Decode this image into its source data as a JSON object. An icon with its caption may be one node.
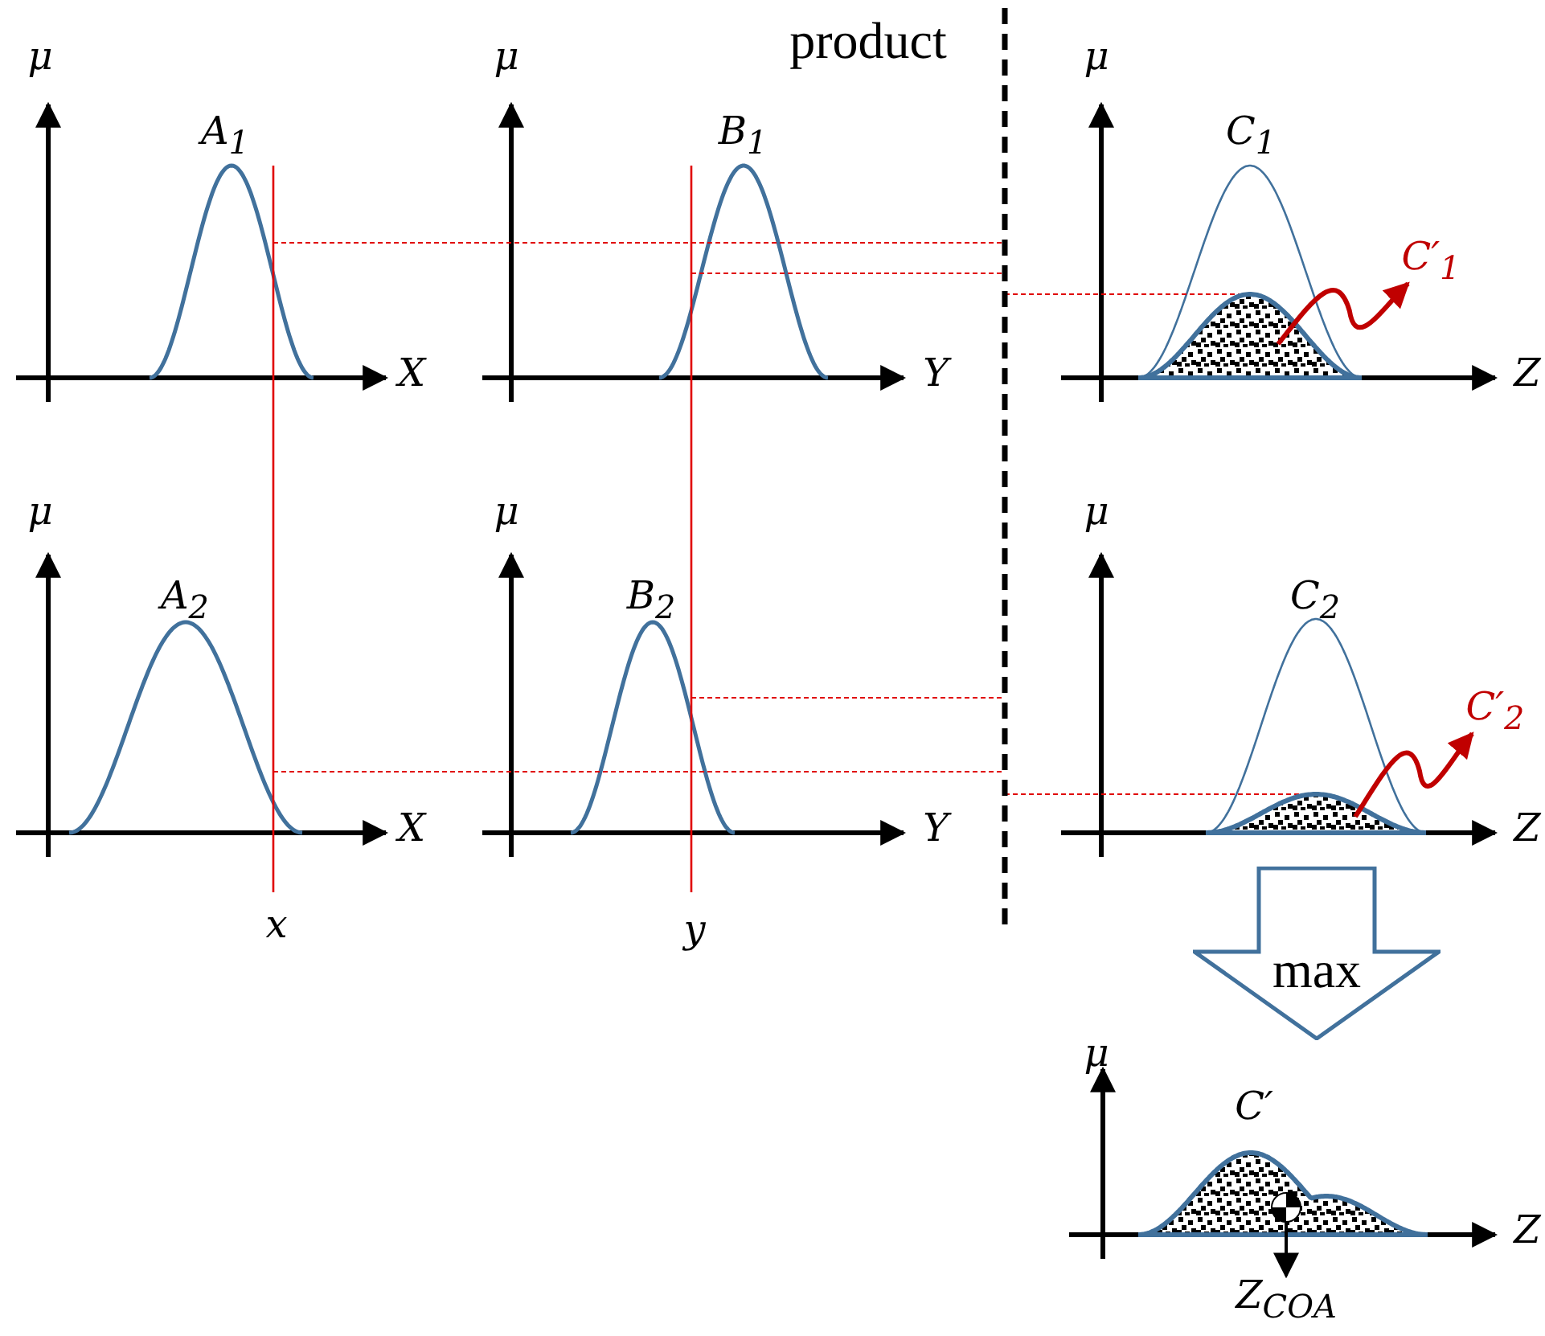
{
  "diagram": {
    "nodes": [
      {
        "text": [
          "C′$_{1}$"
        ]
      },
      {
        "text": [],
        "shape": "area"
      },
      {
        "text": [
          "C′$_{2}$"
        ]
      },
      {
        "text": [],
        "shape": "area"
      },
      {
        "text": [
          "max"
        ]
      },
      {
        "text": [],
        "shape": "circle"
      },
      {
        "text": [
          "Z$_{COA}$"
        ]
      }
    ],
    "edges": [
      {
        "from": 1,
        "to": 0,
        "arrow": "to"
      },
      {
        "from": 3,
        "to": 2,
        "arrow": "to"
      },
      {
        "from": 5,
        "to": 6,
        "arrow": "to",
        "color": "#000000"
      }
    ],
    "labels": [
      "μ",
      "μ",
      "product",
      "μ",
      "A$_{1}$",
      "B$_{1}$",
      "C$_{1}$",
      "X",
      "Y",
      "Z",
      "μ",
      "μ",
      "μ",
      "A$_{2}$",
      "B$_{2}$",
      "C$_{2}$",
      "X",
      "Y",
      "Z",
      "x",
      "y",
      "μ",
      "C′",
      "Z"
    ]
  }
}
